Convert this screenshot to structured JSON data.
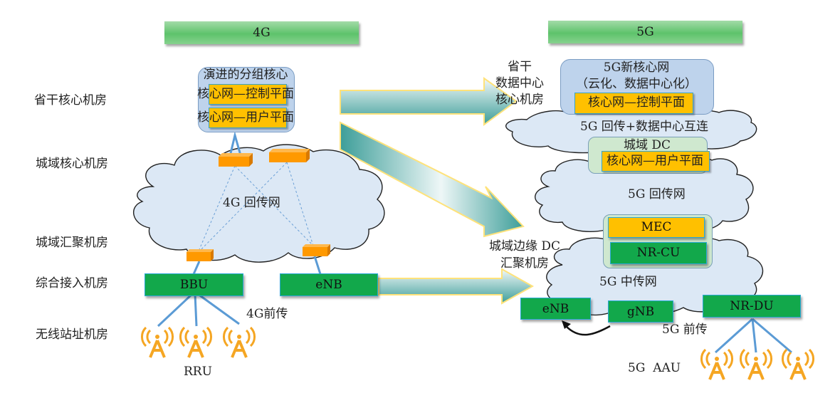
{
  "title": "4G到5G承载网络架构演进示意图",
  "colors": {
    "banner_green": "#5ec36b",
    "core_box_blue": "#bed3ec",
    "dc_box_green": "#cfe8cf",
    "plane_yellow": "#ffc000",
    "node_green": "#12a84b",
    "router_orange": "#ff9900",
    "cloud_fill": "#dce8f5",
    "link_blue": "#5b9bd5",
    "arrow_teal": "#4aa6a0",
    "tower_orange": "#f5a623"
  },
  "headers": {
    "g4": "4G",
    "g5": "5G"
  },
  "room_labels": {
    "province_core": "省干核心机房",
    "metro_core": "城域核心机房",
    "metro_aggregation": "城域汇聚机房",
    "integrated_access": "综合接入机房",
    "wireless_site": "无线站址机房"
  },
  "g4": {
    "epc_title": "演进的分组核心",
    "control_plane": "核心网—控制平面",
    "user_plane": "核心网—用户平面",
    "backhaul_label": "4G 回传网",
    "bbu_label": "BBU",
    "enb_label": "eNB",
    "fronthaul_label": "4G前传",
    "rru_label": "RRU"
  },
  "g5": {
    "province_dc_label": [
      "省干",
      "数据中心",
      "核心机房"
    ],
    "new_core_title": "5G新核心网",
    "new_core_subtitle": "（云化、数据中心化）",
    "control_plane": "核心网—控制平面",
    "dci_label": "5G 回传+数据中心互连",
    "metro_dc_title": "城域 DC",
    "user_plane": "核心网—用户平面",
    "backhaul_label": "5G 回传网",
    "edge_dc_label": [
      "城域边缘 DC",
      "汇聚机房"
    ],
    "mec_label": "MEC",
    "nrcu_label": "NR-CU",
    "midhaul_label": "5G 中传网",
    "enb_label": "eNB",
    "gnb_label": "gNB",
    "nrdu_label": "NR-DU",
    "fronthaul_label": "5G 前传",
    "aau_label": "5G  AAU"
  }
}
